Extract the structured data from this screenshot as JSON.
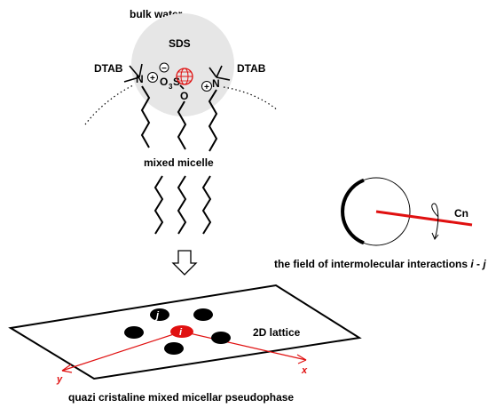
{
  "labels": {
    "bulk_water": "bulk water",
    "sds": "SDS",
    "dtab_left": "DTAB",
    "dtab_right": "DTAB",
    "nitrogen": "N",
    "sulfate_o3s": "O",
    "sulfate_sub": "3",
    "sulfate_s": "S",
    "oxygen": "O",
    "mixed_micelle": "mixed micelle",
    "lattice": "2D lattice",
    "node_i": "i",
    "node_j": "j",
    "axis_x": "x",
    "axis_y": "y",
    "pseudophase": "quazi cristaline mixed micellar pseudophase",
    "cn": "Cn",
    "field_prefix": "the field of intermolecular interactions ",
    "field_i": "i",
    "field_dash": " - ",
    "field_j": "j",
    "plus": "+",
    "minus": "−"
  },
  "colors": {
    "accent_red": "#e01010",
    "micelle_gray": "#e6e6e6",
    "ink": "#000000"
  }
}
